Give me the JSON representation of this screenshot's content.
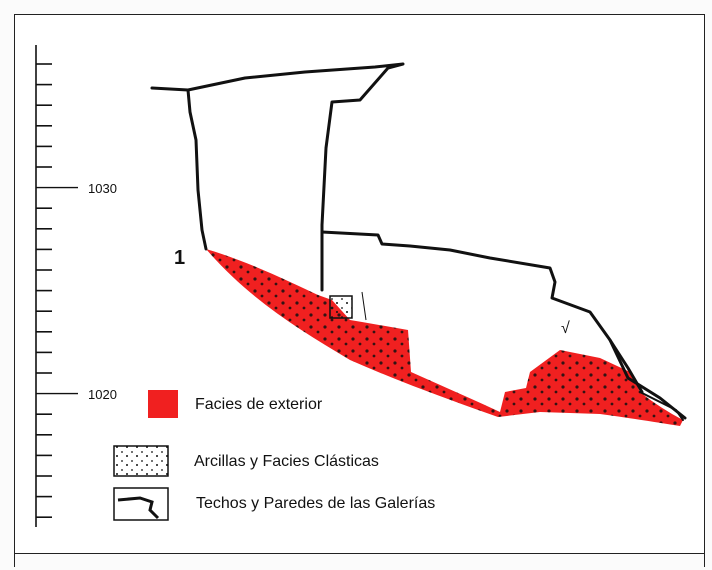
{
  "scale": {
    "labels": [
      {
        "value": "1030"
      },
      {
        "value": "1020"
      }
    ]
  },
  "profile": {
    "point_label": "1",
    "mark_label": "√"
  },
  "legend": {
    "items": [
      {
        "label": "Facies de exterior",
        "swatch": "red-fill",
        "color": "#f02020"
      },
      {
        "label": "Arcillas y Facies Clásticas",
        "swatch": "dotted-pattern"
      },
      {
        "label": "Techos y Paredes de las Galerías",
        "swatch": "wall-line"
      }
    ]
  },
  "colors": {
    "facies_red": "#f02020",
    "line": "#111111"
  }
}
